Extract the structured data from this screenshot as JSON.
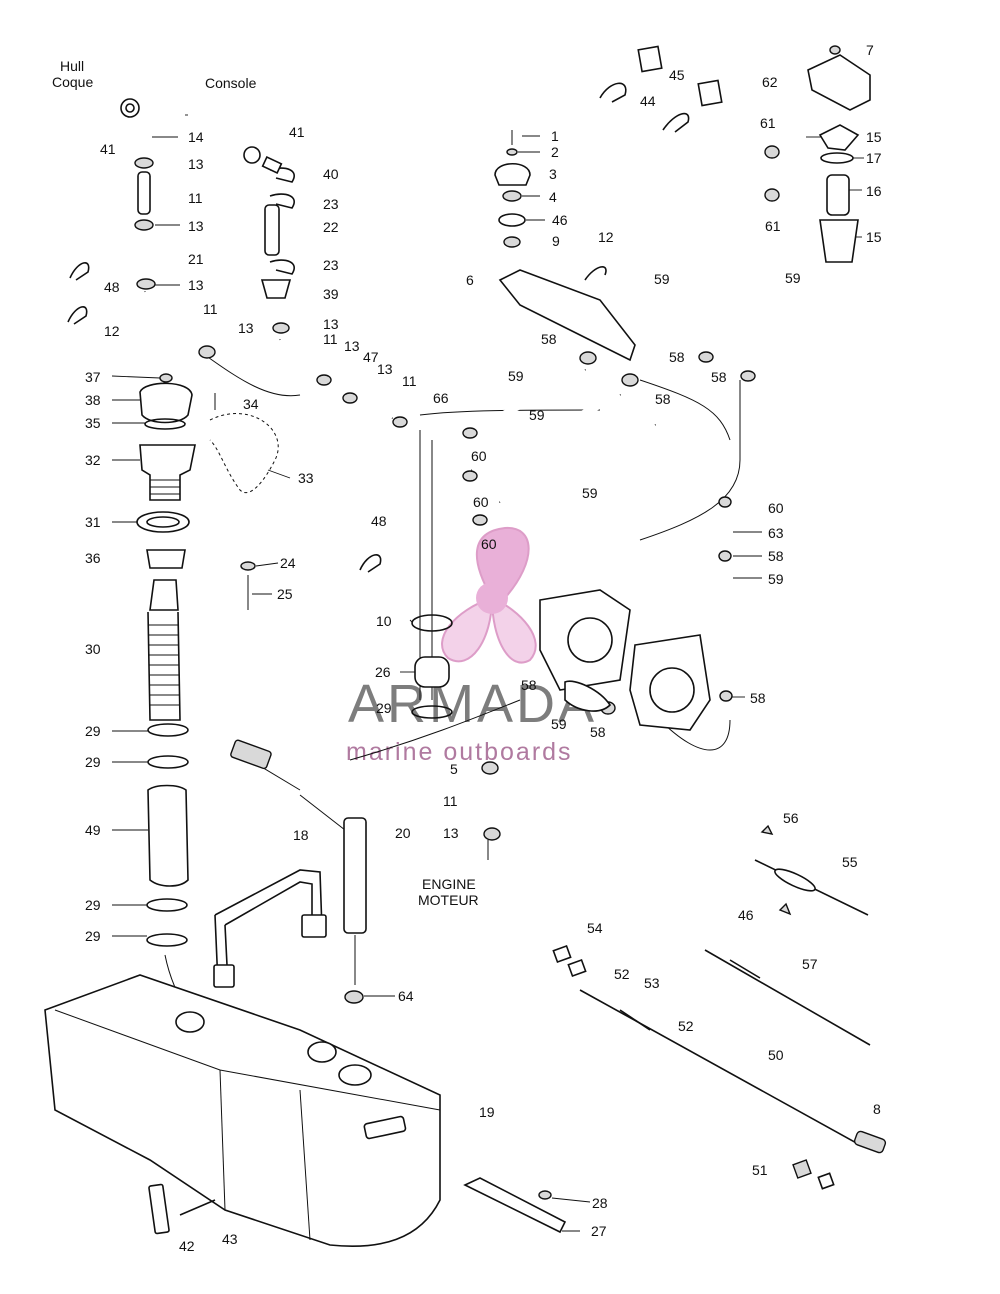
{
  "captions": {
    "hull_en": "Hull",
    "hull_fr": "Coque",
    "console": "Console",
    "engine_en": "ENGINE",
    "engine_fr": "MOTEUR"
  },
  "watermark": {
    "brand": "ARMADA",
    "tagline": "marine outboards",
    "brand_color": "#7d7d7d",
    "propeller_color": "#e6a3d2"
  },
  "callouts": [
    {
      "id": "c1",
      "text": "1"
    },
    {
      "id": "c2",
      "text": "2"
    },
    {
      "id": "c3",
      "text": "3"
    },
    {
      "id": "c4",
      "text": "4"
    },
    {
      "id": "c46a",
      "text": "46"
    },
    {
      "id": "c9",
      "text": "9"
    },
    {
      "id": "c12a",
      "text": "12"
    },
    {
      "id": "c6",
      "text": "6"
    },
    {
      "id": "c45",
      "text": "45"
    },
    {
      "id": "c44",
      "text": "44"
    },
    {
      "id": "c7",
      "text": "7"
    },
    {
      "id": "c62",
      "text": "62"
    },
    {
      "id": "c61a",
      "text": "61"
    },
    {
      "id": "c15a",
      "text": "15"
    },
    {
      "id": "c17",
      "text": "17"
    },
    {
      "id": "c16",
      "text": "16"
    },
    {
      "id": "c61b",
      "text": "61"
    },
    {
      "id": "c15b",
      "text": "15"
    },
    {
      "id": "c59a",
      "text": "59"
    },
    {
      "id": "c59b",
      "text": "59"
    },
    {
      "id": "c58a",
      "text": "58"
    },
    {
      "id": "c58b",
      "text": "58"
    },
    {
      "id": "c58c",
      "text": "58"
    },
    {
      "id": "c58d",
      "text": "58"
    },
    {
      "id": "c59c",
      "text": "59"
    },
    {
      "id": "c59d",
      "text": "59"
    },
    {
      "id": "c60a",
      "text": "60"
    },
    {
      "id": "c59e",
      "text": "59"
    },
    {
      "id": "c60b",
      "text": "60"
    },
    {
      "id": "c60c",
      "text": "60"
    },
    {
      "id": "c60d",
      "text": "60"
    },
    {
      "id": "c63",
      "text": "63"
    },
    {
      "id": "c58e",
      "text": "58"
    },
    {
      "id": "c59f",
      "text": "59"
    },
    {
      "id": "c58f",
      "text": "58"
    },
    {
      "id": "c58g",
      "text": "58"
    },
    {
      "id": "c59g",
      "text": "59"
    },
    {
      "id": "c58h",
      "text": "58"
    },
    {
      "id": "c41a",
      "text": "41"
    },
    {
      "id": "c14",
      "text": "14"
    },
    {
      "id": "c13a",
      "text": "13"
    },
    {
      "id": "c11a",
      "text": "11"
    },
    {
      "id": "c13b",
      "text": "13"
    },
    {
      "id": "c21",
      "text": "21"
    },
    {
      "id": "c13c",
      "text": "13"
    },
    {
      "id": "c48a",
      "text": "48"
    },
    {
      "id": "c12b",
      "text": "12"
    },
    {
      "id": "c11b",
      "text": "11"
    },
    {
      "id": "c13d",
      "text": "13"
    },
    {
      "id": "c41b",
      "text": "41"
    },
    {
      "id": "c40",
      "text": "40"
    },
    {
      "id": "c23a",
      "text": "23"
    },
    {
      "id": "c22",
      "text": "22"
    },
    {
      "id": "c23b",
      "text": "23"
    },
    {
      "id": "c39",
      "text": "39"
    },
    {
      "id": "c13e",
      "text": "13"
    },
    {
      "id": "c11c",
      "text": "11"
    },
    {
      "id": "c13f",
      "text": "13"
    },
    {
      "id": "c47",
      "text": "47"
    },
    {
      "id": "c13g",
      "text": "13"
    },
    {
      "id": "c11d",
      "text": "11"
    },
    {
      "id": "c66",
      "text": "66"
    },
    {
      "id": "c37",
      "text": "37"
    },
    {
      "id": "c38",
      "text": "38"
    },
    {
      "id": "c35",
      "text": "35"
    },
    {
      "id": "c34",
      "text": "34"
    },
    {
      "id": "c32",
      "text": "32"
    },
    {
      "id": "c33",
      "text": "33"
    },
    {
      "id": "c31",
      "text": "31"
    },
    {
      "id": "c36",
      "text": "36"
    },
    {
      "id": "c24",
      "text": "24"
    },
    {
      "id": "c25",
      "text": "25"
    },
    {
      "id": "c48b",
      "text": "48"
    },
    {
      "id": "c30",
      "text": "30"
    },
    {
      "id": "c10",
      "text": "10"
    },
    {
      "id": "c26",
      "text": "26"
    },
    {
      "id": "c29a",
      "text": "29"
    },
    {
      "id": "c29b",
      "text": "29"
    },
    {
      "id": "c29c",
      "text": "29"
    },
    {
      "id": "c49",
      "text": "49"
    },
    {
      "id": "c29d",
      "text": "29"
    },
    {
      "id": "c29e",
      "text": "29"
    },
    {
      "id": "c5",
      "text": "5"
    },
    {
      "id": "c11e",
      "text": "11"
    },
    {
      "id": "c13h",
      "text": "13"
    },
    {
      "id": "c20",
      "text": "20"
    },
    {
      "id": "c18",
      "text": "18"
    },
    {
      "id": "c64",
      "text": "64"
    },
    {
      "id": "c19",
      "text": "19"
    },
    {
      "id": "c56",
      "text": "56"
    },
    {
      "id": "c55",
      "text": "55"
    },
    {
      "id": "c46b",
      "text": "46"
    },
    {
      "id": "c54",
      "text": "54"
    },
    {
      "id": "c52a",
      "text": "52"
    },
    {
      "id": "c53",
      "text": "53"
    },
    {
      "id": "c52b",
      "text": "52"
    },
    {
      "id": "c57",
      "text": "57"
    },
    {
      "id": "c50",
      "text": "50"
    },
    {
      "id": "c8",
      "text": "8"
    },
    {
      "id": "c51",
      "text": "51"
    },
    {
      "id": "c28",
      "text": "28"
    },
    {
      "id": "c27",
      "text": "27"
    },
    {
      "id": "c42",
      "text": "42"
    },
    {
      "id": "c43",
      "text": "43"
    }
  ]
}
